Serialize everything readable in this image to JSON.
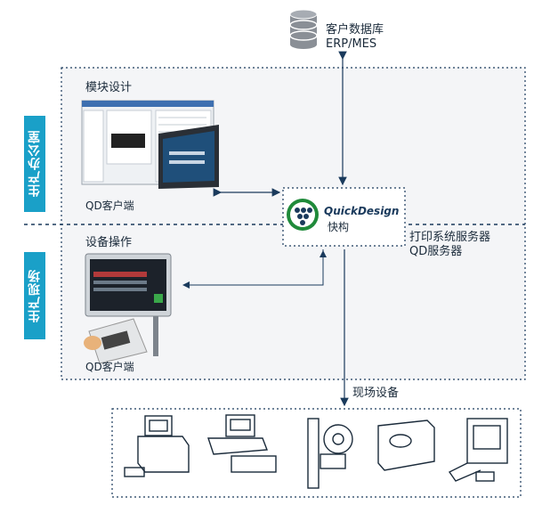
{
  "database": {
    "line1": "客户数据库",
    "line2": "ERP/MES",
    "icon": "database-icon"
  },
  "zones": {
    "office": {
      "label": "生产办公室",
      "title": "模块设计",
      "client": "QD客户端"
    },
    "floor": {
      "label": "生产现场",
      "title": "设备操作",
      "client": "QD客户端"
    }
  },
  "center": {
    "brand": "QuickDesign",
    "sub": "快构",
    "icon": "quickdesign-logo-icon"
  },
  "server": {
    "line1": "打印系统服务器",
    "line2": "QD服务器"
  },
  "field": {
    "label": "现场设备"
  },
  "devices": [
    "label-printer-icon",
    "desktop-printer-icon",
    "print-applicator-icon",
    "thermal-printer-icon",
    "terminal-scanner-icon"
  ],
  "colors": {
    "accent": "#1aa0c8",
    "dark": "#1a3a5c",
    "zone": "#f4f5f7"
  }
}
